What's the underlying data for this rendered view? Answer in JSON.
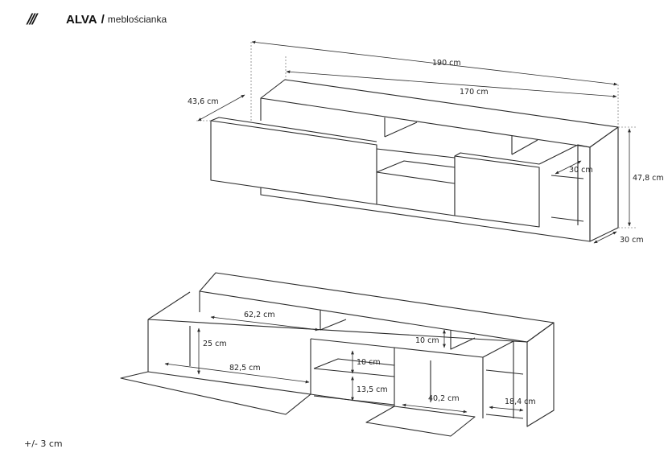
{
  "header": {
    "logo_mark": "///",
    "model": "ALVA",
    "separator": "/",
    "site": "meblościanka"
  },
  "dimensions_top": {
    "total_width": "190 cm",
    "inner_width": "170 cm",
    "depth": "43,6 cm",
    "height": "47,8 cm",
    "bottom_depth": "30 cm",
    "side_shelf": "30 cm"
  },
  "dimensions_bottom": {
    "top_shelf_width": "62,2 cm",
    "small_gap": "10 cm",
    "compartment_height": "25 cm",
    "compartment_width": "82,5 cm",
    "mid_shelf_height": "10 cm",
    "lower_shelf_height": "13,5 cm",
    "right_compartment_width": "40,2 cm",
    "side_compartment_width": "18,4 cm"
  },
  "footer": {
    "tolerance": "+/- 3 cm"
  }
}
